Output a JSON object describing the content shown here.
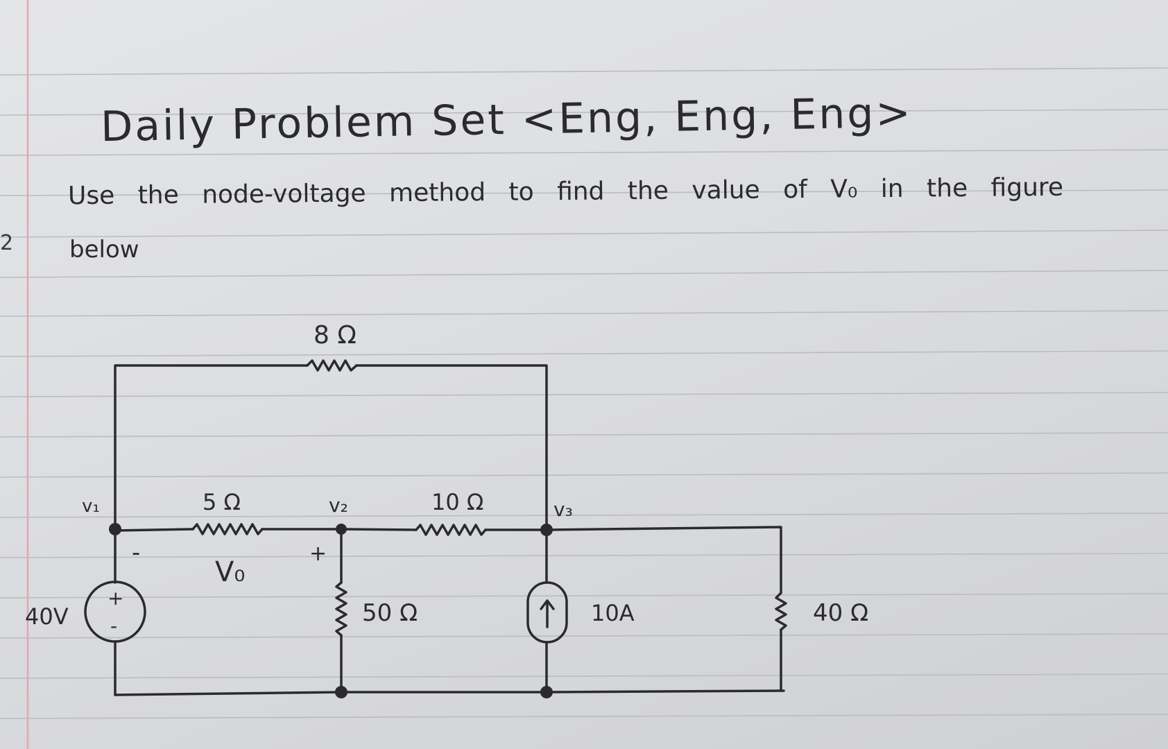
{
  "header": {
    "title": "Daily Problem Set <Eng, Eng, Eng>",
    "margin_number": "2"
  },
  "question": {
    "line1": "Use the node-voltage method to find the value of V₀ in the figure",
    "line2": "below"
  },
  "circuit": {
    "resistor_top": "8 Ω",
    "resistor_r5": "5 Ω",
    "resistor_r10": "10 Ω",
    "resistor_r50": "50 Ω",
    "resistor_r40": "40 Ω",
    "node_v1": "v₁",
    "node_v2": "v₂",
    "node_v3": "v₃",
    "vo_label": "V₀",
    "vo_minus": "-",
    "vo_plus": "+",
    "voltage_source": "40V",
    "source_plus": "+",
    "source_minus": "-",
    "current_source": "10A",
    "arrow_glyph": "↑"
  },
  "colors": {
    "ink": "#2b2b2e",
    "margin_line": "#e3a7b0",
    "rule_line": "#b9bcc3",
    "paper": "#dcdde0"
  }
}
